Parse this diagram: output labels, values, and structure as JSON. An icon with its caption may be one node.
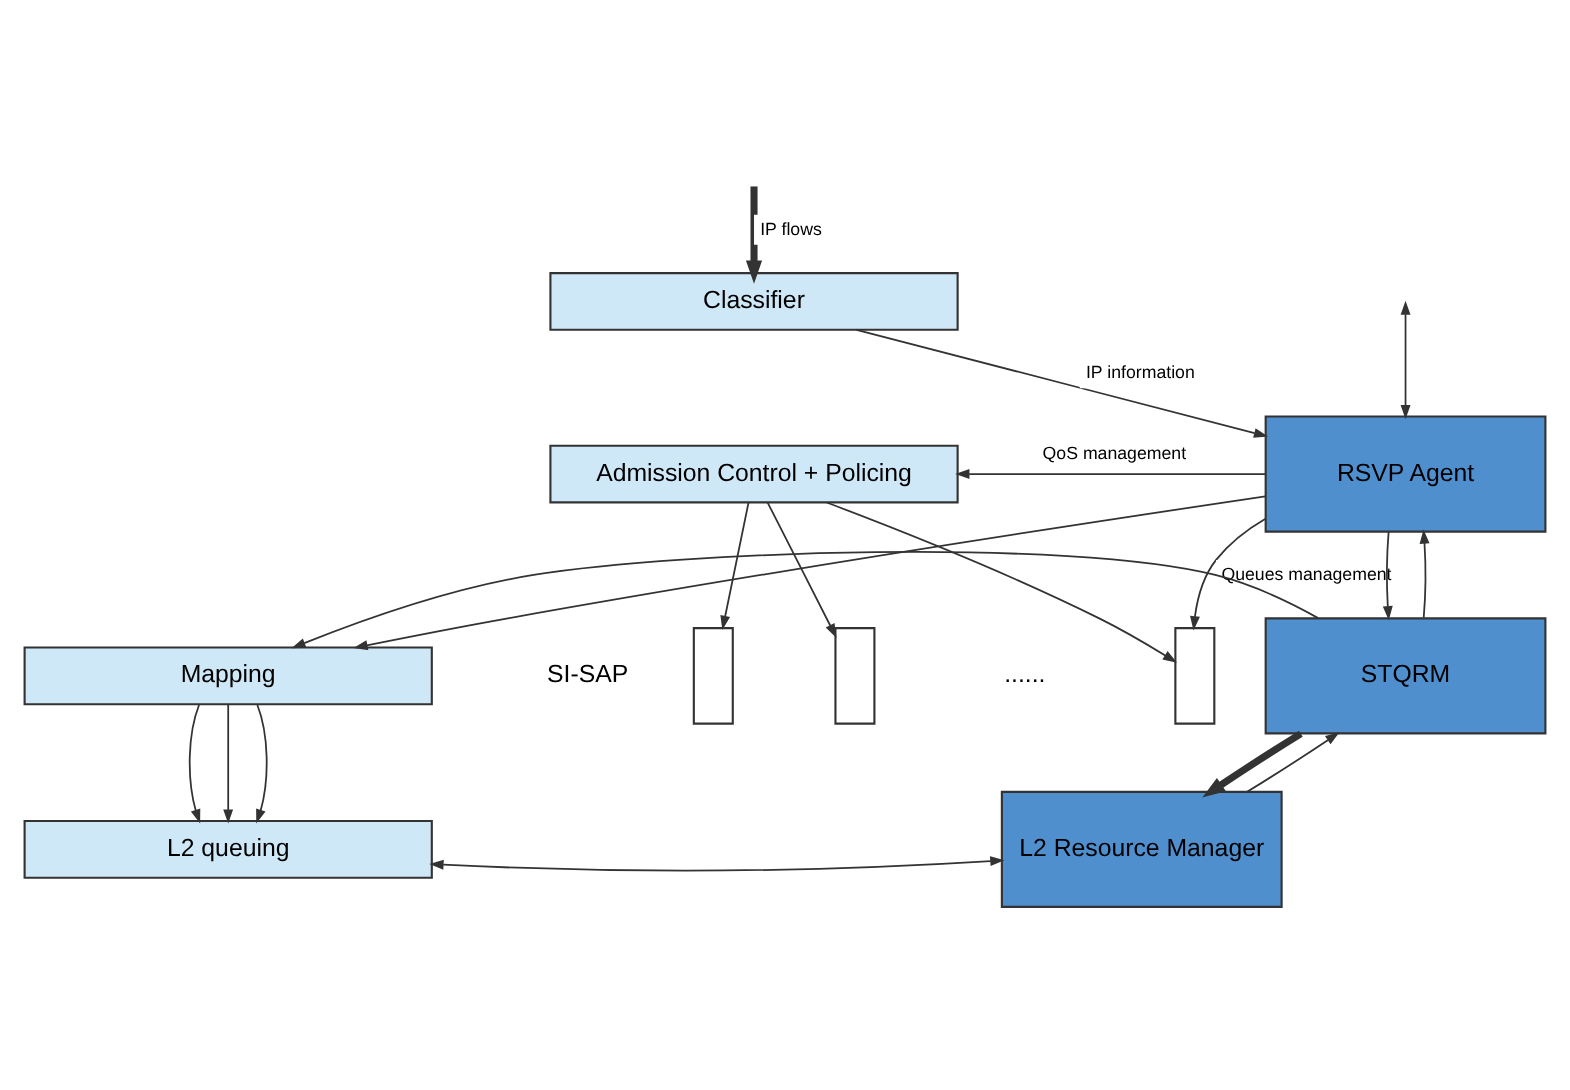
{
  "diagram": {
    "nodes": [
      {
        "text": [
          "Classifier"
        ]
      },
      {
        "text": [
          "Admission Control + Policing"
        ]
      },
      {
        "text": [],
        "shape": "box"
      },
      {
        "text": [],
        "shape": "box"
      },
      {
        "text": [],
        "shape": "box"
      },
      {
        "text": [
          "Mapping"
        ]
      },
      {
        "text": [
          "L2 queuing"
        ]
      },
      {
        "text": [
          "RSVP Agent"
        ]
      },
      {
        "text": [
          "STQRM"
        ]
      },
      {
        "text": [
          "L2 Resource Manager"
        ]
      }
    ],
    "edges": [
      {
        "from": null,
        "to": 0,
        "arrow": "to",
        "label": "IP flows",
        "style": "thick"
      },
      {
        "from": 0,
        "to": 7,
        "arrow": "to",
        "label": "IP information"
      },
      {
        "from": 7,
        "to": 1,
        "arrow": "to",
        "label": "QoS management"
      },
      {
        "from": 1,
        "to": 2,
        "arrow": "to"
      },
      {
        "from": 1,
        "to": 3,
        "arrow": "to"
      },
      {
        "from": 1,
        "to": 4,
        "arrow": "to"
      },
      {
        "from": 7,
        "to": 4,
        "arrow": "to",
        "label": "Queues management"
      },
      {
        "from": 7,
        "to": 5,
        "arrow": "to"
      },
      {
        "from": 8,
        "to": 5,
        "arrow": "to"
      },
      {
        "from": 8,
        "to": 7,
        "arrow": "to"
      },
      {
        "from": 7,
        "to": 8,
        "arrow": "to"
      },
      {
        "from": 9,
        "to": 8,
        "arrow": "to"
      },
      {
        "from": 8,
        "to": 9,
        "arrow": "to",
        "style": "thick"
      },
      {
        "from": 5,
        "to": 6,
        "arrow": "to"
      },
      {
        "from": 5,
        "to": 6,
        "arrow": "to"
      },
      {
        "from": 5,
        "to": 6,
        "arrow": "to"
      },
      {
        "from": 6,
        "to": 9,
        "arrow": "both"
      },
      {
        "from": null,
        "to": 7,
        "arrow": "both"
      }
    ],
    "labels": [
      "......",
      "SI-SAP"
    ]
  }
}
